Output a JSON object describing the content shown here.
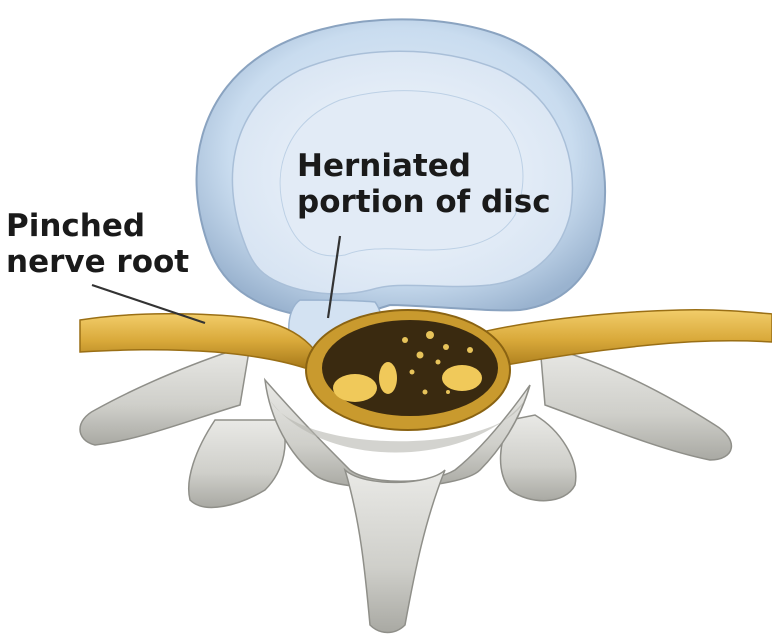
{
  "diagram": {
    "labels": {
      "herniated_disc": [
        "Herniated",
        "portion of disc"
      ],
      "pinched_nerve": [
        "Pinched",
        "nerve root"
      ]
    },
    "parts": [
      "vertebral-disc",
      "disc-herniation",
      "nerve-root",
      "spinal-cord",
      "vertebra"
    ],
    "colors": {
      "disc": "#c9dcef",
      "disc_edge": "#9ab3cf",
      "nerve": "#d9a93a",
      "nerve_dark": "#a87a1a",
      "bone": "#d4d4d0",
      "bone_shadow": "#9c9c96",
      "canal": "#3a2a10",
      "leader": "#333333"
    }
  }
}
